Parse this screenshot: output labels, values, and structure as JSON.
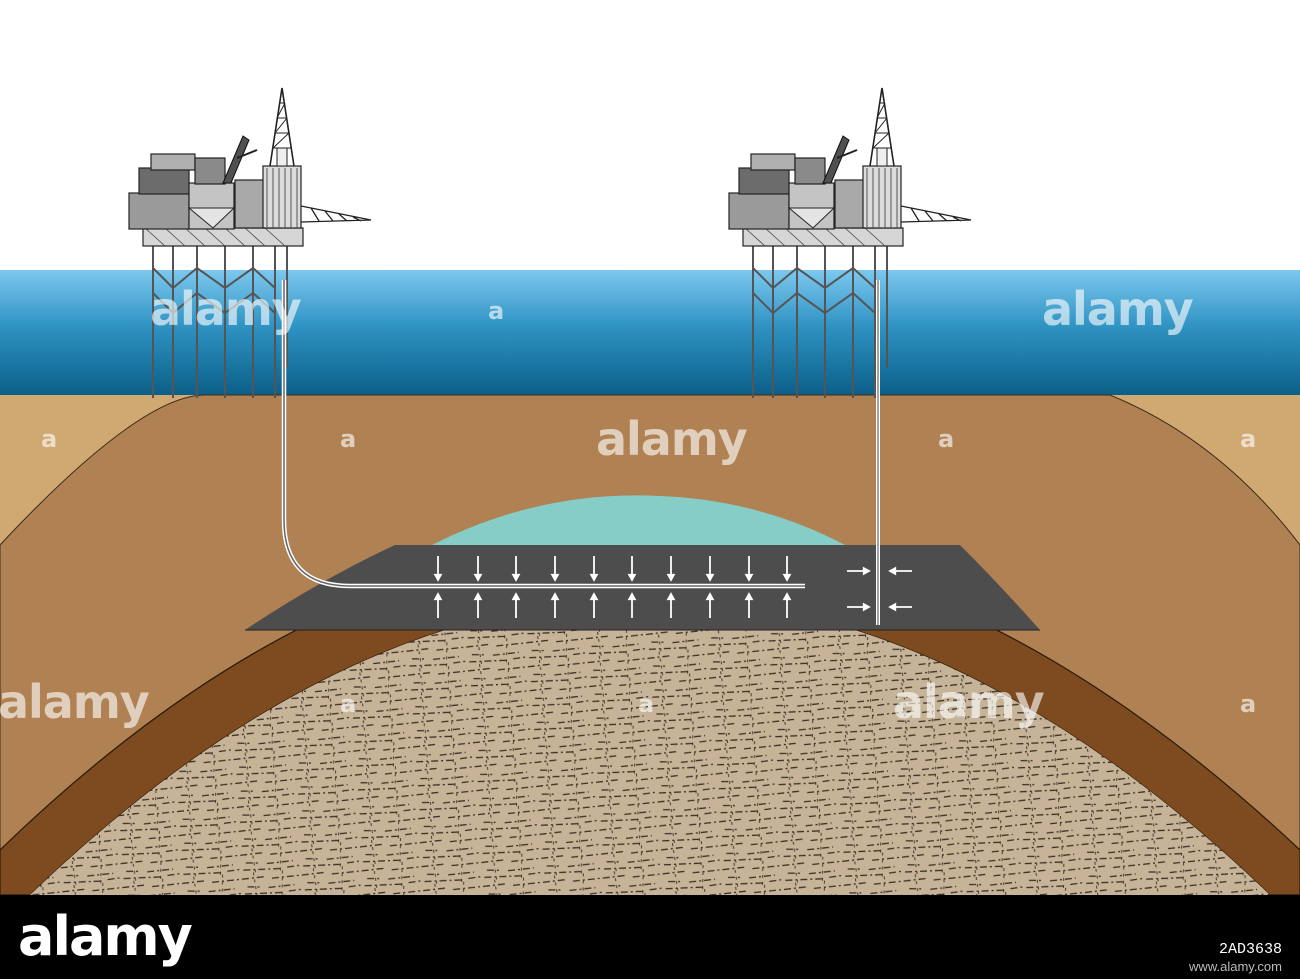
{
  "colors": {
    "sky": "#ffffff",
    "sea_top": "#7cc8ef",
    "sea_bottom": "#0b5f88",
    "outer_rock": "#d0a872",
    "mid_rock": "#b08152",
    "cap_rock": "#7d4b1f",
    "gas": "#86cdc8",
    "oil": "#4d4d4d",
    "source_rock": "#c6b398",
    "arrow": "#ffffff"
  },
  "icons": {
    "platform_left": "offshore-oil-platform-icon",
    "platform_right": "offshore-oil-platform-icon"
  },
  "watermarks": {
    "logo": "alamy",
    "letter": "a"
  },
  "footer": {
    "logo": "alamy",
    "image_id": "2AD3638",
    "url": "www.alamy.com"
  }
}
